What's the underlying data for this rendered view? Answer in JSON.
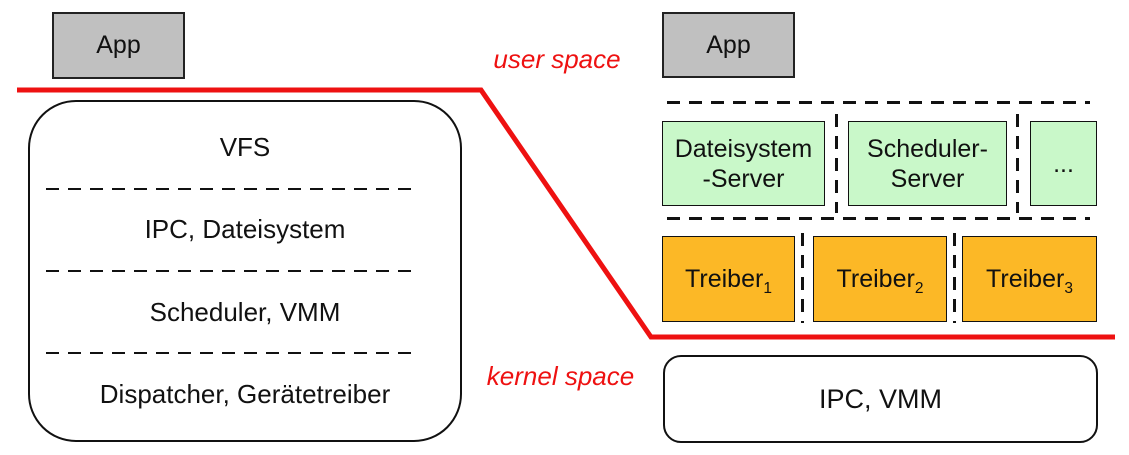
{
  "palette": {
    "red": "#ee1111",
    "box_gray": "#c0c0c0",
    "box_green": "#c9f8c9",
    "box_orange": "#fcb826",
    "line_black": "#111111"
  },
  "divider_labels": {
    "user_space": "user space",
    "kernel_space": "kernel space"
  },
  "left_panel": {
    "app_label": "App",
    "layers": [
      "VFS",
      "IPC, Dateisystem",
      "Scheduler, VMM",
      "Dispatcher, Gerätetreiber"
    ]
  },
  "right_panel": {
    "app_label": "App",
    "server_boxes": [
      {
        "line1": "Dateisystem",
        "line2": "-Server"
      },
      {
        "line1": "Scheduler-",
        "line2": "Server"
      },
      {
        "line1": "..."
      }
    ],
    "driver_boxes": [
      {
        "label": "Treiber",
        "subscript": "1"
      },
      {
        "label": "Treiber",
        "subscript": "2"
      },
      {
        "label": "Treiber",
        "subscript": "3"
      }
    ],
    "kernel_box_label": "IPC, VMM"
  }
}
